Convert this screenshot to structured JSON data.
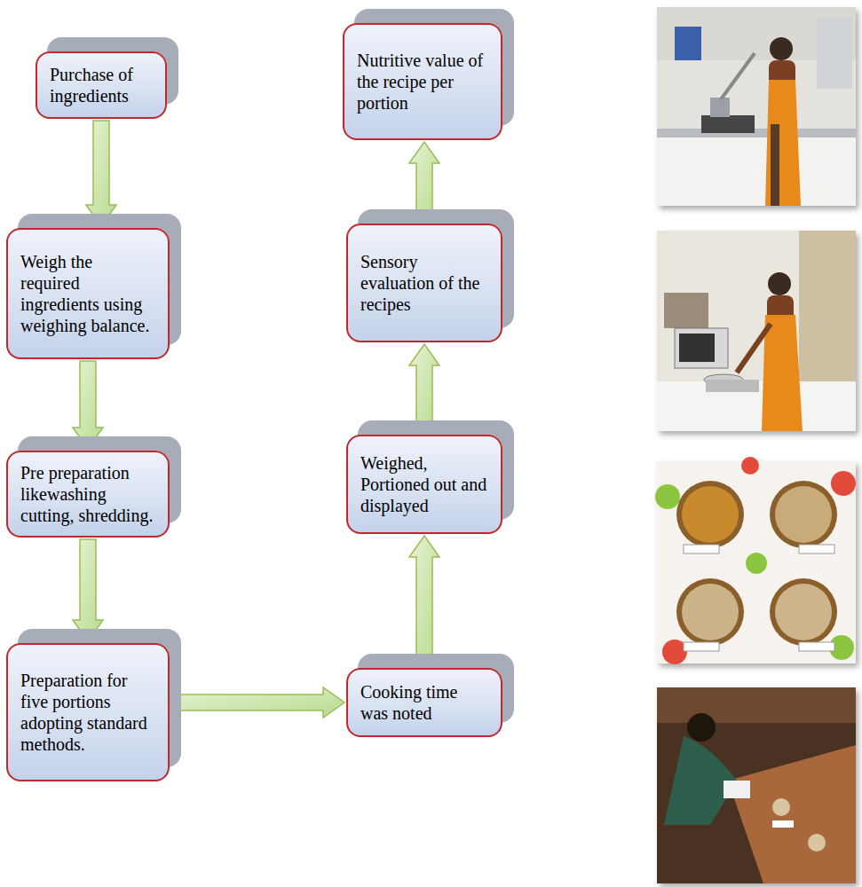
{
  "diagram": {
    "nodes": [
      {
        "text": [
          "Purchase of ingredients"
        ]
      },
      {
        "text": [
          "Weigh the required ingredients using weighing balance."
        ]
      },
      {
        "text": [
          "Pre preparation likewashing cutting, shredding."
        ]
      },
      {
        "text": [
          "Preparation for five portions adopting standard methods."
        ]
      },
      {
        "text": [
          "Cooking time was noted"
        ]
      },
      {
        "text": [
          "Weighed, Portioned out and displayed"
        ]
      },
      {
        "text": [
          "Sensory evaluation of the recipes"
        ]
      },
      {
        "text": [
          "Nutritive value of the recipe per portion"
        ]
      }
    ],
    "edges": [
      {
        "from": 0,
        "to": 1,
        "arrow": "to"
      },
      {
        "from": 1,
        "to": 2,
        "arrow": "to"
      },
      {
        "from": 2,
        "to": 3,
        "arrow": "to"
      },
      {
        "from": 3,
        "to": 4,
        "arrow": "to"
      },
      {
        "from": 4,
        "to": 5,
        "arrow": "to"
      },
      {
        "from": 5,
        "to": 6,
        "arrow": "to"
      },
      {
        "from": 6,
        "to": 7,
        "arrow": "to"
      }
    ]
  }
}
